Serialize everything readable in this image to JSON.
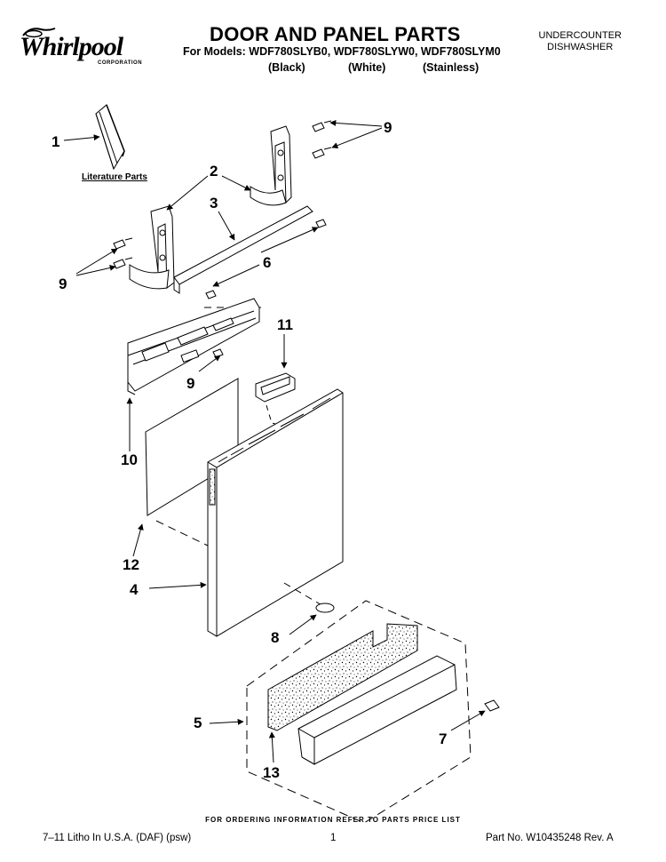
{
  "header": {
    "brand": "Whirlpool",
    "brand_sub": "CORPORATION",
    "title": "DOOR AND PANEL PARTS",
    "models_line": "For Models: WDF780SLYB0, WDF780SLYW0, WDF780SLYM0",
    "variants": [
      "(Black)",
      "(White)",
      "(Stainless)"
    ],
    "product_type": [
      "UNDERCOUNTER",
      "DISHWASHER"
    ]
  },
  "callouts": {
    "c1": "1",
    "c2": "2",
    "c3": "3",
    "c4": "4",
    "c5": "5",
    "c6": "6",
    "c7": "7",
    "c8": "8",
    "c9a": "9",
    "c9b": "9",
    "c9c": "9",
    "c10": "10",
    "c11": "11",
    "c12": "12",
    "c13": "13"
  },
  "literature_label": "Literature Parts",
  "footer": {
    "order_info": "FOR ORDERING INFORMATION REFER TO PARTS PRICE LIST",
    "litho": "7–11 Litho In U.S.A. (DAF) (psw)",
    "page": "1",
    "part_no": "Part No. W10435248 Rev. A"
  }
}
